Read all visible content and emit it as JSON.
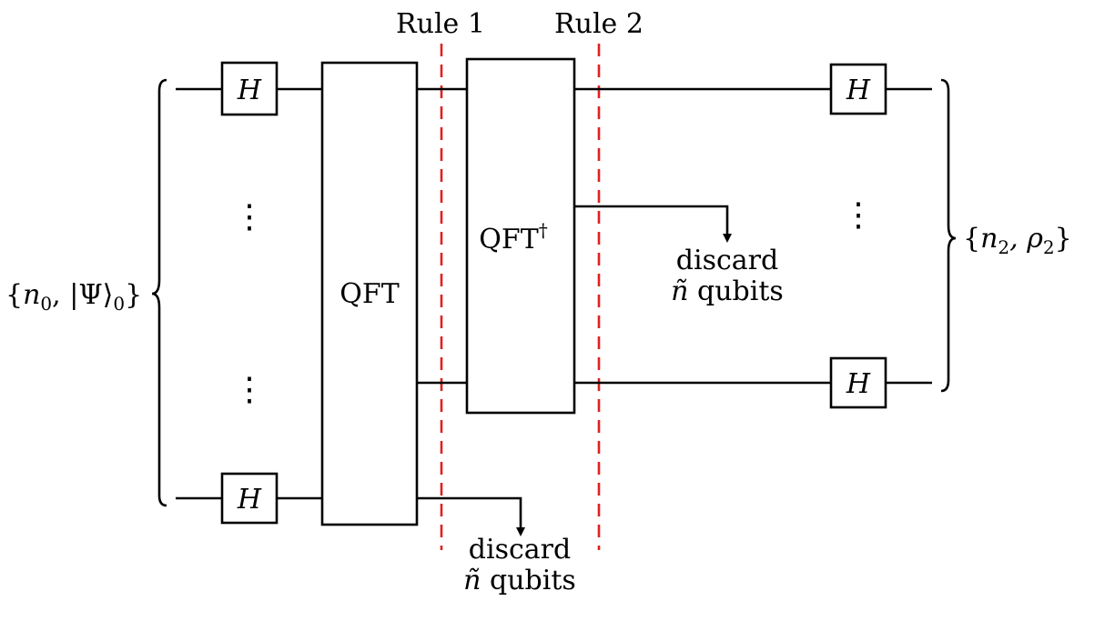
{
  "rules": {
    "rule1": "Rule 1",
    "rule2": "Rule 2"
  },
  "gates": {
    "hadamard": "H",
    "qft": "QFT",
    "qft_dagger": "QFT",
    "dagger": "†"
  },
  "input_state": {
    "open": "{",
    "n": "n",
    "n_sub": "0",
    "psi": ", |Ψ⟩",
    "psi_sub": "0",
    "close": "}"
  },
  "output_state": {
    "open": "{",
    "n": "n",
    "n_sub": "2",
    "rho": ", ρ",
    "rho_sub": "2",
    "close": "}"
  },
  "discard": {
    "line1": "discard",
    "tilde_n": "ñ",
    "qubits": " qubits"
  },
  "vdots": "⋮",
  "colors": {
    "rule_line": "#e02020",
    "ink": "#000000"
  }
}
